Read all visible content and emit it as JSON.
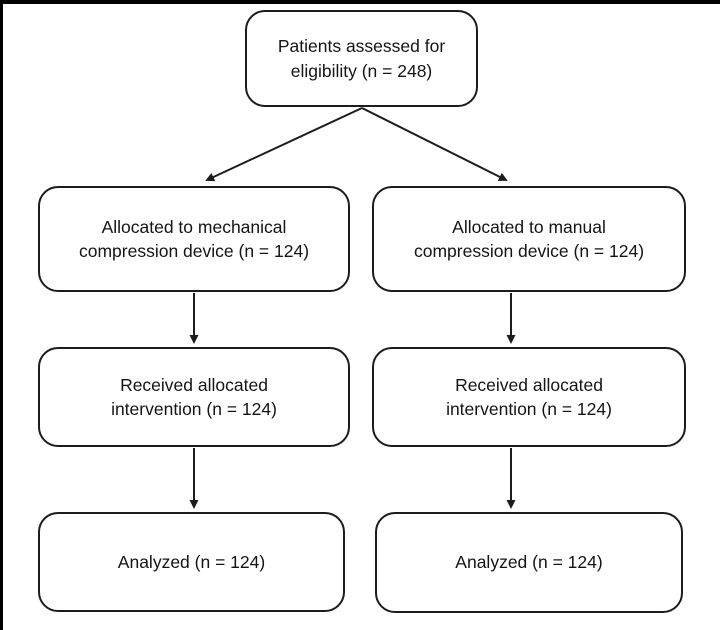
{
  "nodes": {
    "eligibility": {
      "label": "Patients assessed for eligibility (n = 248)"
    },
    "allocated_mechanical": {
      "label": "Allocated to mechanical compression device (n = 124)"
    },
    "allocated_manual": {
      "label": "Allocated to manual compression device (n = 124)"
    },
    "received_mechanical": {
      "label": "Received allocated intervention (n = 124)"
    },
    "received_manual": {
      "label": "Received allocated intervention (n = 124)"
    },
    "analyzed_mechanical": {
      "label": "Analyzed (n = 124)"
    },
    "analyzed_manual": {
      "label": "Analyzed (n = 124)"
    }
  },
  "colors": {
    "box_border": "#1c1c1c",
    "box_fill": "#ffffff",
    "arrow": "#1c1c1c",
    "frame_border": "#000000",
    "background": "#ffffff"
  }
}
